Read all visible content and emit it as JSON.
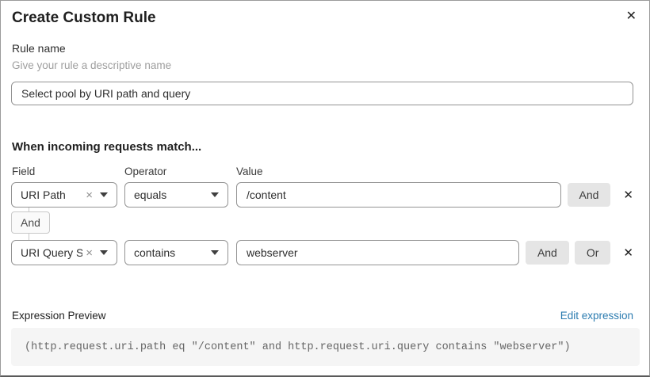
{
  "dialog": {
    "title": "Create Custom Rule"
  },
  "icons": {
    "close": "✕",
    "delete": "✕",
    "clear": "×"
  },
  "rule_name": {
    "label": "Rule name",
    "helper": "Give your rule a descriptive name",
    "value": "Select pool by URI path and query"
  },
  "match": {
    "heading": "When incoming requests match...",
    "columns": {
      "field": "Field",
      "operator": "Operator",
      "value": "Value"
    },
    "rows": [
      {
        "field": "URI Path",
        "operator": "equals",
        "value": "/content",
        "buttons": [
          "And"
        ]
      },
      {
        "field": "URI Query St...",
        "operator": "contains",
        "value": "webserver",
        "buttons": [
          "And",
          "Or"
        ]
      }
    ],
    "connector_label": "And"
  },
  "expression": {
    "label": "Expression Preview",
    "edit_link": "Edit expression",
    "value": "(http.request.uri.path eq \"/content\" and http.request.uri.query contains \"webserver\")"
  },
  "colors": {
    "link": "#2c7cb0",
    "button_bg": "#e5e5e5",
    "code_bg": "#f5f5f5",
    "input_border": "#939393"
  }
}
